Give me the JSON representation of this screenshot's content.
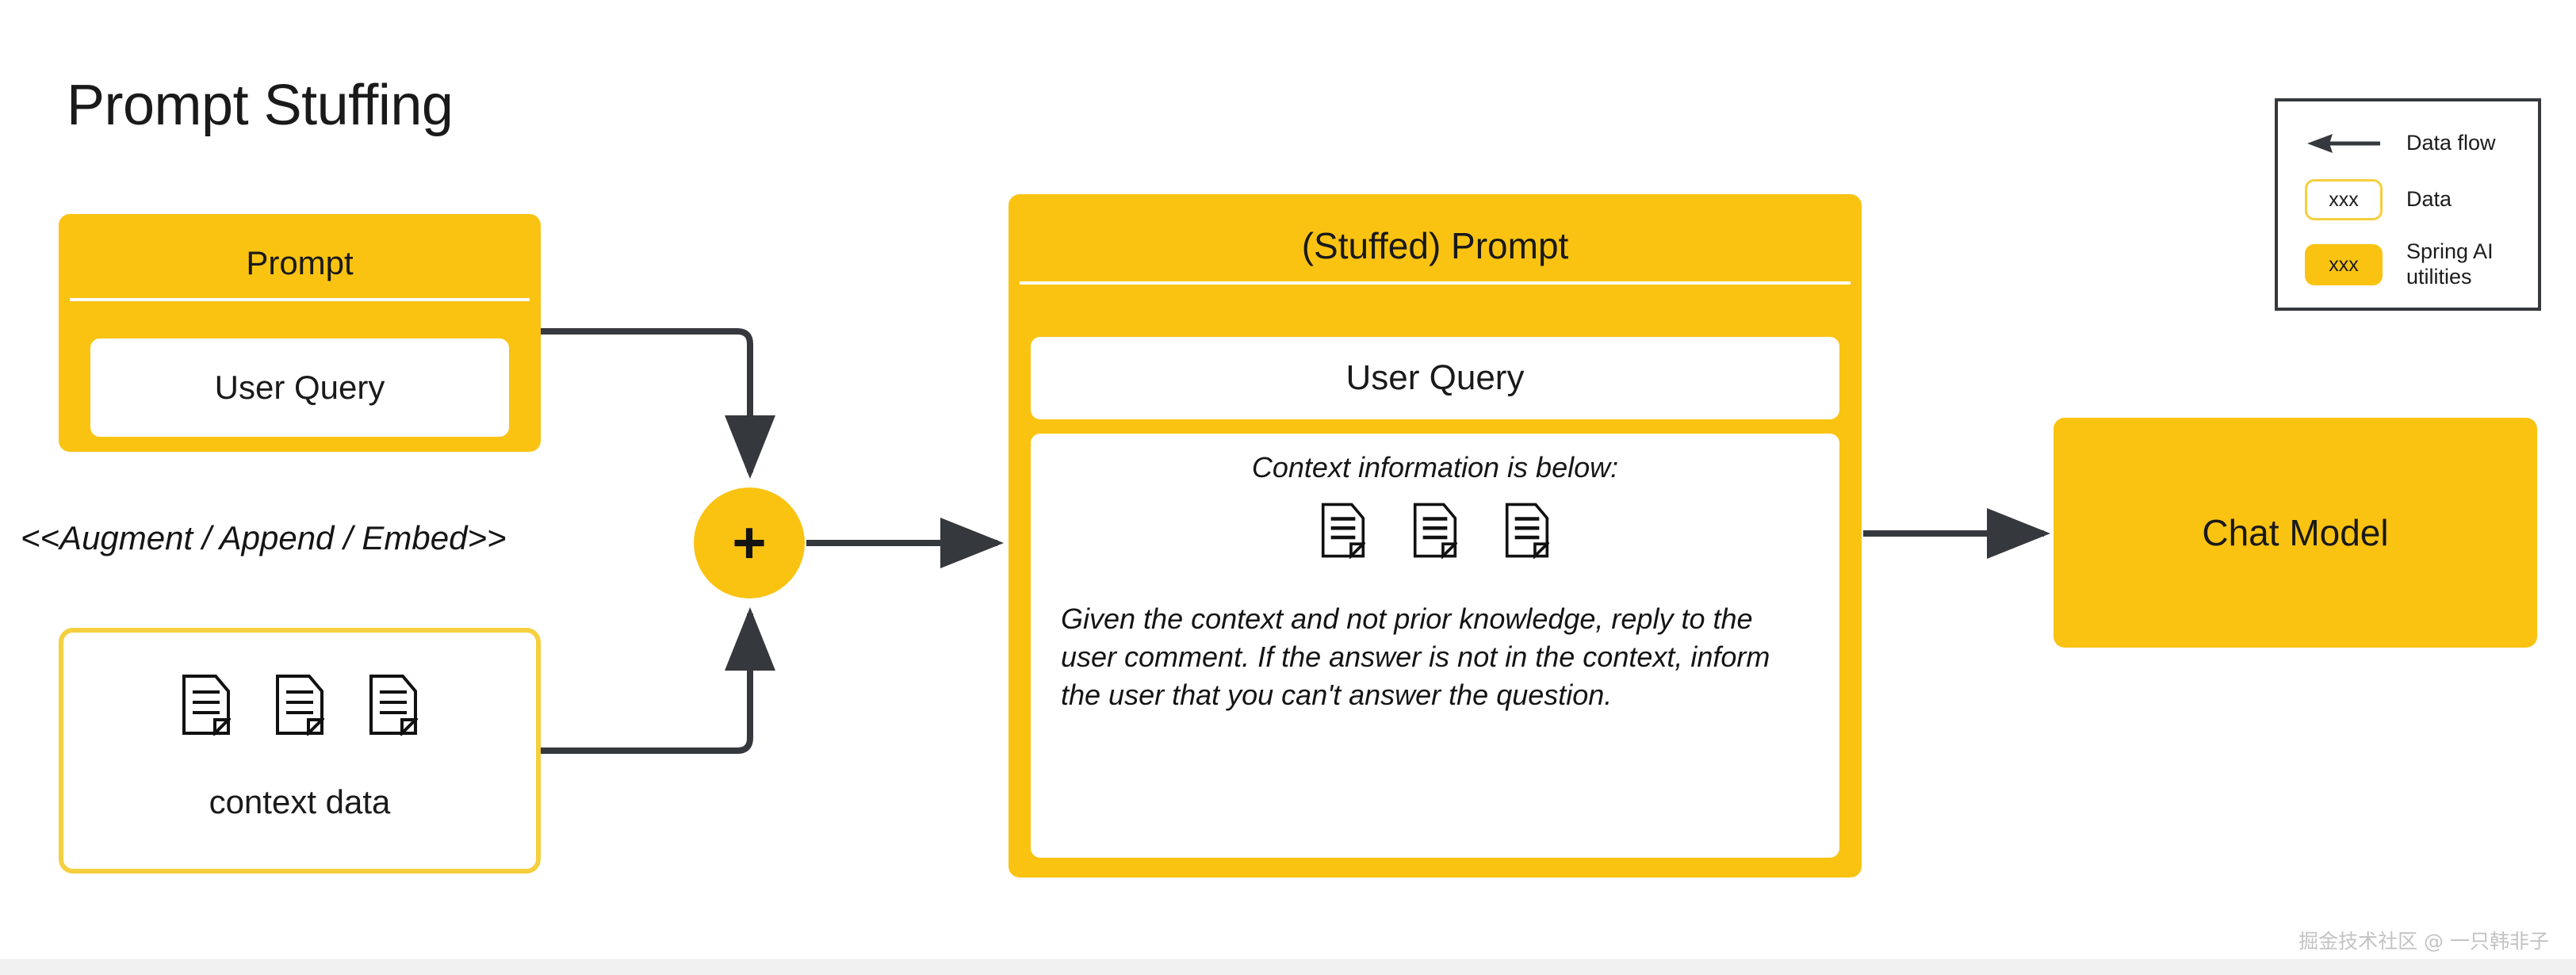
{
  "title": "Prompt Stuffing",
  "colors": {
    "utility_yellow": "#FAC312",
    "data_border_yellow": "#F5CF3E",
    "arrow_dark": "#35383c",
    "text_dark": "#1a1a1a",
    "background": "#ffffff"
  },
  "prompt_box": {
    "heading": "Prompt",
    "user_query": "User Query"
  },
  "augment_label": "<<Augment / Append / Embed>>",
  "context_data_box": {
    "label": "context data",
    "doc_icons": [
      "document-icon",
      "document-icon",
      "document-icon"
    ]
  },
  "plus_node": {
    "symbol": "+"
  },
  "stuffed_box": {
    "heading": "(Stuffed) Prompt",
    "user_query": "User Query",
    "context_info_heading": "Context information is below:",
    "doc_icons": [
      "document-icon",
      "document-icon",
      "document-icon"
    ],
    "instruction": "Given the context and not prior knowledge, reply to the user comment. If the answer is not in the context, inform the user that you can't answer the question."
  },
  "chat_model": {
    "label": "Chat Model"
  },
  "legend": {
    "rows": [
      {
        "key_type": "arrow-left-icon",
        "key_text": "",
        "label": "Data flow"
      },
      {
        "key_type": "data-chip",
        "key_text": "xxx",
        "label": "Data"
      },
      {
        "key_type": "spring-chip",
        "key_text": "xxx",
        "label": "Spring AI utilities"
      }
    ]
  },
  "watermark": "掘金技术社区 @ 一只韩非子"
}
